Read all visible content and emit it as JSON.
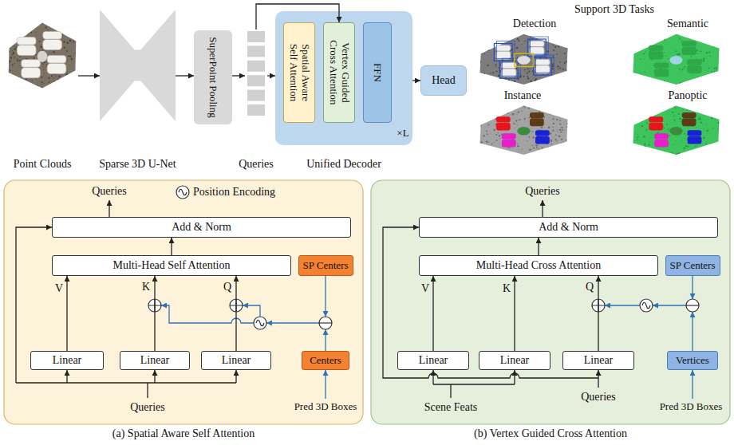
{
  "diagram": {
    "nodes": [
      {
        "text": [
          "Point Clouds"
        ]
      },
      {
        "text": [
          "Sparse 3D U-Net"
        ]
      },
      {
        "text": [
          "SuperPoint Pooling"
        ]
      },
      {
        "text": [
          "Queries"
        ]
      },
      {
        "text": [
          "Unified Decoder"
        ]
      },
      {
        "text": [
          "Spatial Aware Self Attention"
        ],
        "in": 4
      },
      {
        "text": [
          "Vertex Guided Cross Attention"
        ],
        "in": 4
      },
      {
        "text": [
          "FFN"
        ],
        "in": 4
      },
      {
        "text": [
          "Head"
        ]
      },
      {
        "text": [
          "(a) Spatial Aware Self Attention"
        ]
      },
      {
        "text": [
          "Add & Norm"
        ],
        "in": 9
      },
      {
        "text": [
          "Multi-Head Self Attention"
        ],
        "in": 9
      },
      {
        "text": [
          "SP Centers"
        ],
        "in": 9
      },
      {
        "text": [
          "Linear"
        ],
        "in": 9
      },
      {
        "text": [
          "Linear"
        ],
        "in": 9
      },
      {
        "text": [
          "Linear"
        ],
        "in": 9
      },
      {
        "text": [
          "Centers"
        ],
        "in": 9
      },
      {
        "text": [
          "(b) Vertex Guided Cross Attention"
        ]
      },
      {
        "text": [
          "Add & Norm"
        ],
        "in": 17
      },
      {
        "text": [
          "Multi-Head Cross Attention"
        ],
        "in": 17
      },
      {
        "text": [
          "SP Centers"
        ],
        "in": 17
      },
      {
        "text": [
          "Linear"
        ],
        "in": 17
      },
      {
        "text": [
          "Linear"
        ],
        "in": 17
      },
      {
        "text": [
          "Linear"
        ],
        "in": 17
      },
      {
        "text": [
          "Vertices"
        ],
        "in": 17
      }
    ],
    "edges": [
      {
        "from": 0,
        "to": 1,
        "arrow": "to"
      },
      {
        "from": 1,
        "to": 2,
        "arrow": "to"
      },
      {
        "from": 2,
        "to": 3,
        "arrow": "to"
      },
      {
        "from": 3,
        "to": 4,
        "arrow": "to"
      },
      {
        "from": 3,
        "to": 6,
        "arrow": "to"
      },
      {
        "from": 4,
        "to": 8,
        "arrow": "to"
      },
      {
        "from": 13,
        "to": 11,
        "arrow": "to"
      },
      {
        "from": 14,
        "to": 11,
        "arrow": "to"
      },
      {
        "from": 15,
        "to": 11,
        "arrow": "to"
      },
      {
        "from": 11,
        "to": 10,
        "arrow": "to"
      },
      {
        "from": 21,
        "to": 19,
        "arrow": "to"
      },
      {
        "from": 22,
        "to": 19,
        "arrow": "to"
      },
      {
        "from": 23,
        "to": 19,
        "arrow": "to"
      },
      {
        "from": 19,
        "to": 18,
        "arrow": "to"
      }
    ],
    "labels": [
      "Support 3D Tasks",
      "Detection",
      "Semantic",
      "Instance",
      "Panoptic",
      "×L",
      "Queries",
      "V",
      "K",
      "Q",
      "Queries",
      "Pred 3D Boxes",
      "Queries",
      "V",
      "K",
      "Q",
      "Scene Feats",
      "Queries",
      "Pred 3D Boxes"
    ],
    "legend": [
      {
        "text": "Position Encoding"
      }
    ]
  }
}
